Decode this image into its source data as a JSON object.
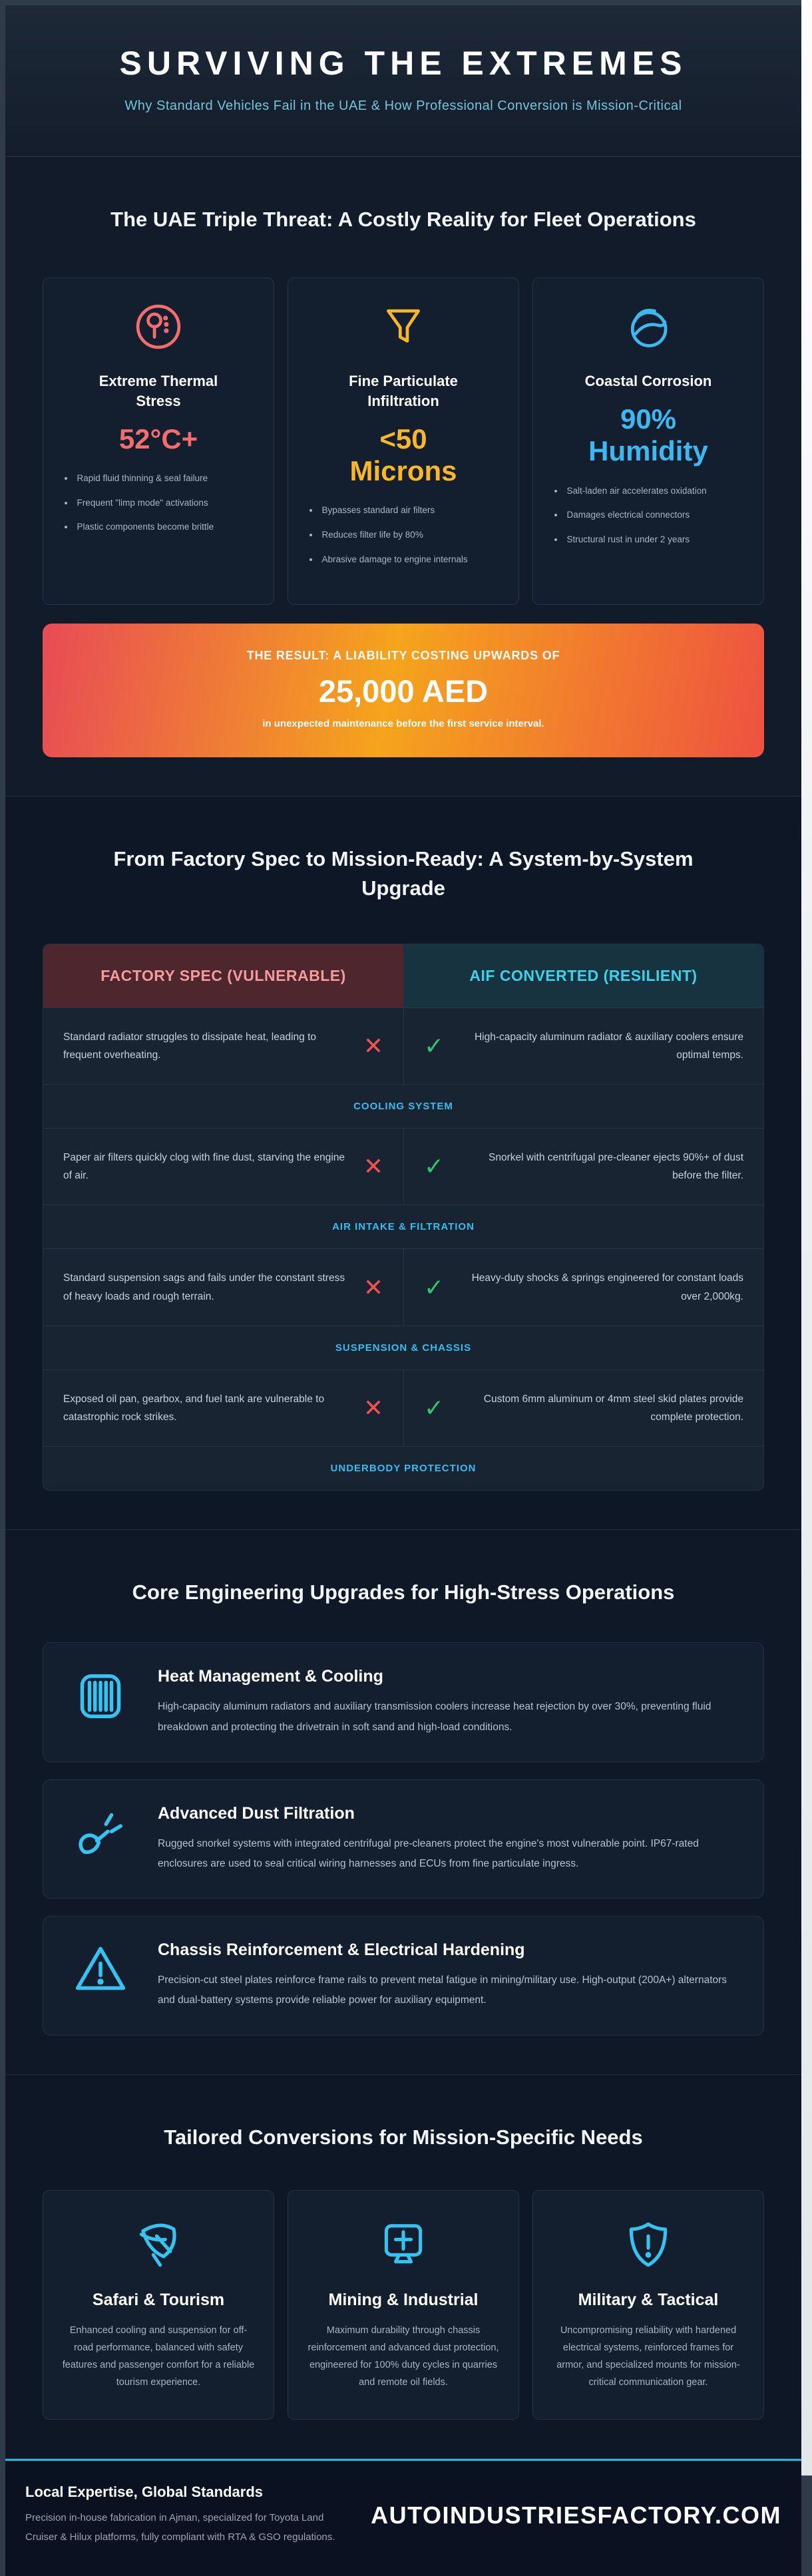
{
  "header": {
    "title": "SURVIVING THE EXTREMES",
    "subtitle": "Why Standard Vehicles Fail in the UAE & How Professional Conversion is Mission-Critical"
  },
  "threats": {
    "title": "The UAE Triple Threat: A Costly Reality for Fleet Operations",
    "cards": [
      {
        "icon": "thermometer-icon",
        "title": "Extreme Thermal Stress",
        "stat": "52°C+",
        "bullets": [
          "Rapid fluid thinning & seal failure",
          "Frequent \"limp mode\" activations",
          "Plastic components become brittle"
        ]
      },
      {
        "icon": "funnel-icon",
        "title": "Fine Particulate Infiltration",
        "stat": "<50 Microns",
        "bullets": [
          "Bypasses standard air filters",
          "Reduces filter life by 80%",
          "Abrasive damage to engine internals"
        ]
      },
      {
        "icon": "droplet-wave-icon",
        "title": "Coastal Corrosion",
        "stat": "90% Humidity",
        "bullets": [
          "Salt-laden air accelerates oxidation",
          "Damages electrical connectors",
          "Structural rust in under 2 years"
        ]
      }
    ],
    "result_banner": {
      "line1": "THE RESULT: A LIABILITY COSTING UPWARDS OF",
      "amount": "25,000 AED",
      "line2": "in unexpected maintenance before the first service interval."
    }
  },
  "comparison": {
    "title": "From Factory Spec to Mission-Ready: A System-by-System Upgrade",
    "col_left": "FACTORY SPEC (VULNERABLE)",
    "col_right": "AIF CONVERTED (RESILIENT)",
    "rows": [
      {
        "system": "COOLING SYSTEM",
        "factory": "Standard radiator struggles to dissipate heat, leading to frequent overheating.",
        "converted": "High-capacity aluminum radiator & auxiliary coolers ensure optimal temps."
      },
      {
        "system": "AIR INTAKE & FILTRATION",
        "factory": "Paper air filters quickly clog with fine dust, starving the engine of air.",
        "converted": "Snorkel with centrifugal pre-cleaner ejects 90%+ of dust before the filter."
      },
      {
        "system": "SUSPENSION & CHASSIS",
        "factory": "Standard suspension sags and fails under the constant stress of heavy loads and rough terrain.",
        "converted": "Heavy-duty shocks & springs engineered for constant loads over 2,000kg."
      },
      {
        "system": "UNDERBODY PROTECTION",
        "factory": "Exposed oil pan, gearbox, and fuel tank are vulnerable to catastrophic rock strikes.",
        "converted": "Custom 6mm aluminum or 4mm steel skid plates provide complete protection."
      }
    ],
    "marks": {
      "fail": "✕",
      "pass": "✓"
    }
  },
  "upgrades": {
    "title": "Core Engineering Upgrades for High-Stress Operations",
    "items": [
      {
        "icon": "radiator-icon",
        "title": "Heat Management & Cooling",
        "body": "High-capacity aluminum radiators and auxiliary transmission coolers increase heat rejection by over 30%, preventing fluid breakdown and protecting the drivetrain in soft sand and high-load conditions."
      },
      {
        "icon": "snorkel-icon",
        "title": "Advanced Dust Filtration",
        "body": "Rugged snorkel systems with integrated centrifugal pre-cleaners protect the engine's most vulnerable point. IP67-rated enclosures are used to seal critical wiring harnesses and ECUs from fine particulate ingress."
      },
      {
        "icon": "warning-triangle-icon",
        "title": "Chassis Reinforcement & Electrical Hardening",
        "body": "Precision-cut steel plates reinforce frame rails to prevent metal fatigue in mining/military use. High-output (200A+) alternators and dual-battery systems provide reliable power for auxiliary equipment."
      }
    ]
  },
  "missions": {
    "title": "Tailored Conversions for Mission-Specific Needs",
    "cards": [
      {
        "icon": "compass-icon",
        "title": "Safari & Tourism",
        "body": "Enhanced cooling and suspension for off-road performance, balanced with safety features and passenger comfort for a reliable tourism experience."
      },
      {
        "icon": "monitor-plus-icon",
        "title": "Mining & Industrial",
        "body": "Maximum durability through chassis reinforcement and advanced dust protection, engineered for 100% duty cycles in quarries and remote oil fields."
      },
      {
        "icon": "shield-alert-icon",
        "title": "Military & Tactical",
        "body": "Uncompromising reliability with hardened electrical systems, reinforced frames for armor, and specialized mounts for mission-critical communication gear."
      }
    ]
  },
  "footer": {
    "heading": "Local Expertise, Global Standards",
    "body": "Precision in-house fabrication in Ajman, specialized for Toyota Land Cruiser & Hilux platforms, fully compliant with RTA & GSO regulations.",
    "website": "AUTOINDUSTRIESFACTORY.COM"
  },
  "colors": {
    "page_background": "#101a28",
    "card_background": "#131e2e",
    "thermal_red": "#f26d6d",
    "dust_yellow": "#f8b62b",
    "humidity_blue": "#3cb9f0",
    "accent_cyan": "#35c3f2",
    "banner_gradient_start": "#e84b55",
    "banner_gradient_mid": "#f5a41c",
    "banner_gradient_end": "#ee5240",
    "factory_header_bg": "#4e262d",
    "factory_header_text": "#f49b9b",
    "converted_header_bg": "#17333f",
    "converted_header_text": "#3ed2ea",
    "fail_red": "#ef5350",
    "pass_green": "#2bc968",
    "footer_border_cyan": "#2ab5d6"
  }
}
